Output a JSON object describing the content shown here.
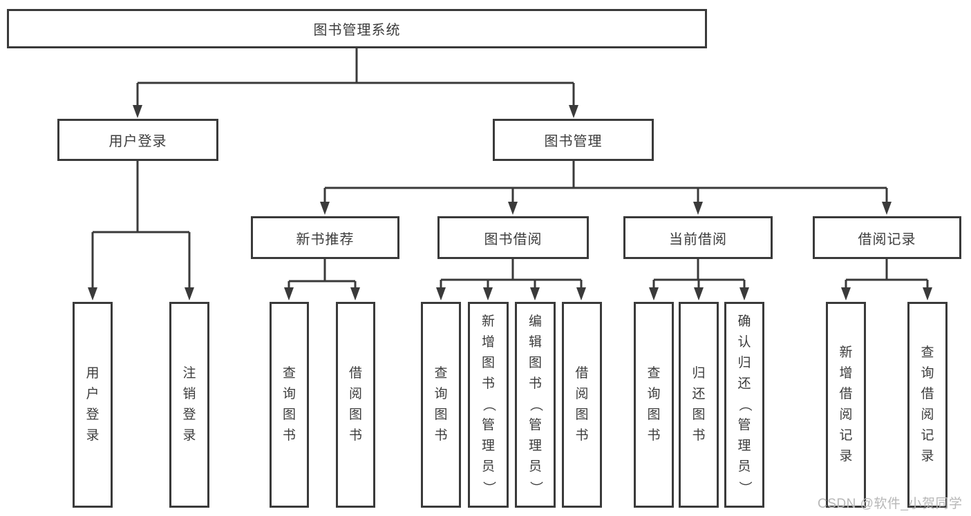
{
  "tree": {
    "root": {
      "label": "图书管理系统"
    },
    "branches": [
      {
        "label": "用户登录",
        "children": [
          {
            "label": "用户登录"
          },
          {
            "label": "注销登录"
          }
        ]
      },
      {
        "label": "图书管理",
        "children": [
          {
            "label": "新书推荐",
            "children": [
              {
                "label": "查询图书"
              },
              {
                "label": "借阅图书"
              }
            ]
          },
          {
            "label": "图书借阅",
            "children": [
              {
                "label": "查询图书"
              },
              {
                "label": "新增图书（管理员）"
              },
              {
                "label": "编辑图书（管理员）"
              },
              {
                "label": "借阅图书"
              }
            ]
          },
          {
            "label": "当前借阅",
            "children": [
              {
                "label": "查询图书"
              },
              {
                "label": "归还图书"
              },
              {
                "label": "确认归还（管理员）"
              }
            ]
          },
          {
            "label": "借阅记录",
            "children": [
              {
                "label": "新增借阅记录"
              },
              {
                "label": "查询借阅记录"
              }
            ]
          }
        ]
      }
    ]
  },
  "watermark": "CSDN @软件_小贺同学",
  "colors": {
    "line": "#3a3a3a",
    "text": "#3c3c3c",
    "background": "#ffffff",
    "watermark": "#b7b7b7"
  }
}
